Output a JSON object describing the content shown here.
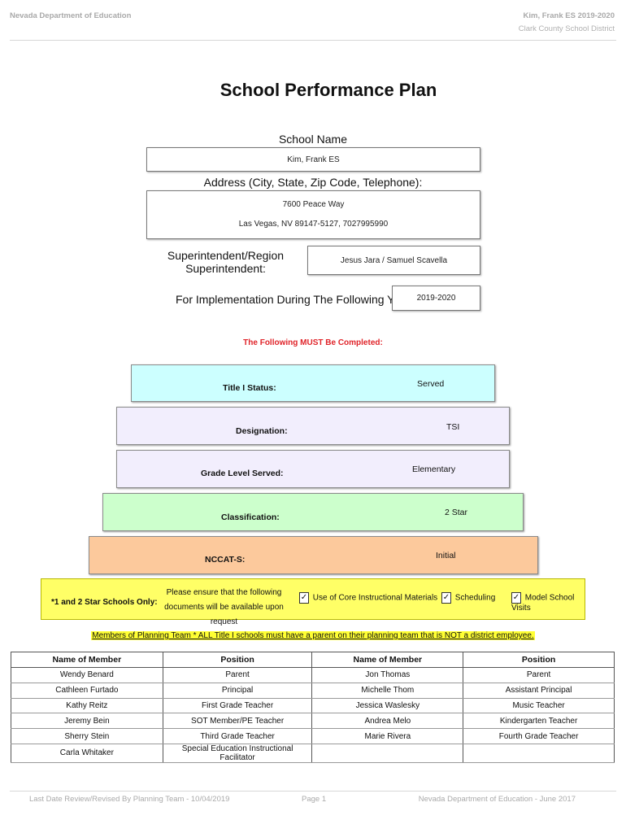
{
  "header": {
    "left": "Nevada Department of Education",
    "right_line1": "Kim, Frank ES  2019-2020",
    "right_line2": "Clark County School District"
  },
  "title": "School Performance Plan",
  "school": {
    "name_label": "School Name",
    "name_value": "Kim, Frank ES",
    "address_label": "Address (City, State, Zip Code, Telephone):",
    "address_line1": "7600 Peace Way",
    "address_line2": "Las Vegas, NV  89147-5127, 7027995990",
    "superintendent_label_line1": "Superintendent/Region",
    "superintendent_label_line2": "Superintendent:",
    "superintendent_value": "Jesus Jara / Samuel Scavella",
    "years_label": "For Implementation During The Following Years:",
    "years_value": "2019-2020"
  },
  "must_complete": "The Following MUST Be Completed:",
  "tiers": {
    "title1_label": "Title I Status:",
    "title1_value": "Served",
    "designation_label": "Designation:",
    "designation_value": "TSI",
    "grade_label": "Grade Level Served:",
    "grade_value": "Elementary",
    "classification_label": "Classification:",
    "classification_value": "2 Star",
    "nccat_label": "NCCAT-S:",
    "nccat_value": "Initial",
    "colors": {
      "title1": "#ccffff",
      "designation": "#f2eefd",
      "grade": "#f2eefd",
      "classification": "#ccffcc",
      "nccat": "#fcc99c"
    }
  },
  "star_schools": {
    "label": "*1 and 2 Star Schools Only:",
    "ensure_line1": "Please ensure that the following",
    "ensure_line2": "documents will be available upon request",
    "check_mark": "✓",
    "item1": "Use of Core Instructional Materials",
    "item2": "Scheduling",
    "item3": "Model School Visits"
  },
  "members_note": "Members of Planning Team * ALL Title I schools must have a parent on their planning team that is NOT a district employee.",
  "members_table": {
    "headers": [
      "Name of Member",
      "Position",
      "Name of Member",
      "Position"
    ],
    "rows": [
      [
        "Wendy Benard",
        "Parent",
        "Jon Thomas",
        "Parent"
      ],
      [
        "Cathleen Furtado",
        "Principal",
        "Michelle Thom",
        "Assistant Principal"
      ],
      [
        "Kathy Reitz",
        "First Grade Teacher",
        "Jessica Waslesky",
        "Music Teacher"
      ],
      [
        "Jeremy Bein",
        "SOT Member/PE Teacher",
        "Andrea Melo",
        "Kindergarten Teacher"
      ],
      [
        "Sherry Stein",
        "Third Grade Teacher",
        "Marie Rivera",
        "Fourth Grade Teacher"
      ],
      [
        "Carla Whitaker",
        "Special Education Instructional Facilitator",
        "",
        ""
      ]
    ]
  },
  "footer": {
    "left": "Last Date Review/Revised By Planning Team - 10/04/2019",
    "center": "Page 1",
    "right": "Nevada Department of Education - June 2017"
  }
}
